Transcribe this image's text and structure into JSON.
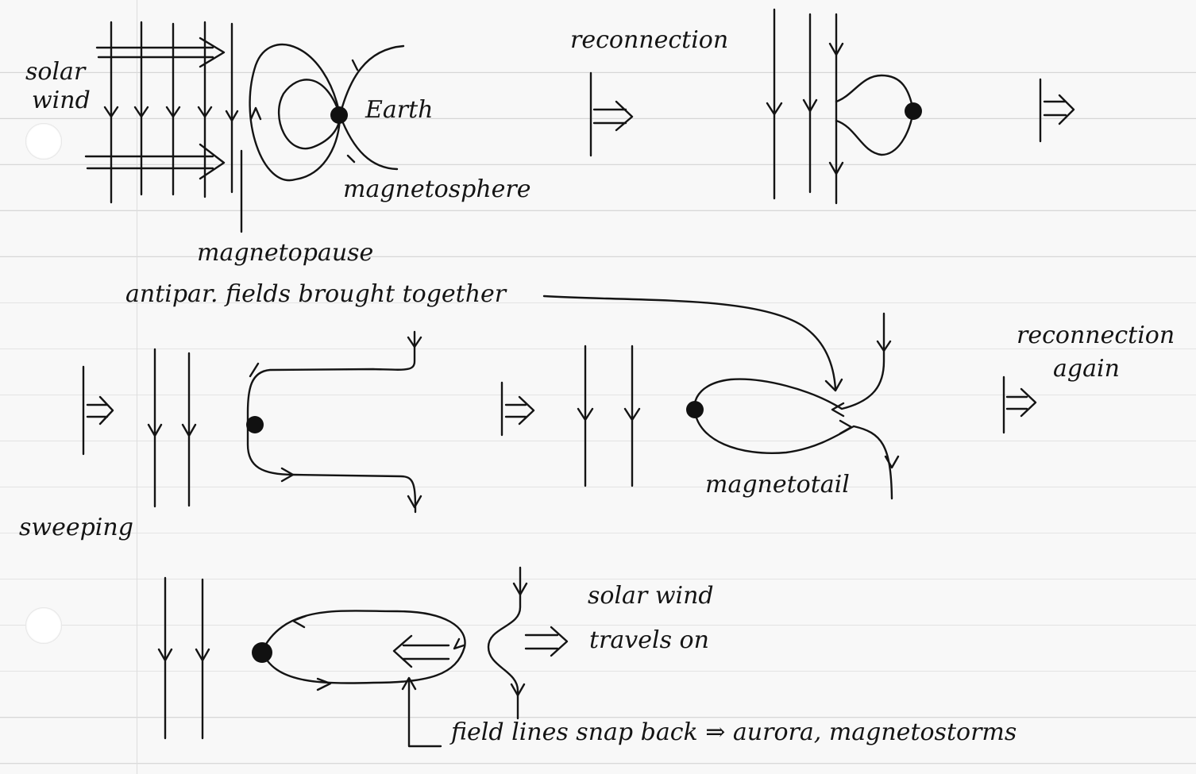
{
  "labels": {
    "solar": "solar",
    "wind": "wind",
    "earth": "Earth",
    "magnetosphere": "magnetosphere",
    "magnetopause": "magnetopause",
    "antipar_fields": "antipar. fields brought together",
    "reconnection_1": "reconnection",
    "reconnection_2": "reconnection",
    "again": "again",
    "magnetotail": "magnetotail",
    "sweeping": "sweeping",
    "solar_wind": "solar wind",
    "travels_on": "travels on",
    "snap_back": "field lines snap back ⇒ aurora, magnetostorms"
  }
}
